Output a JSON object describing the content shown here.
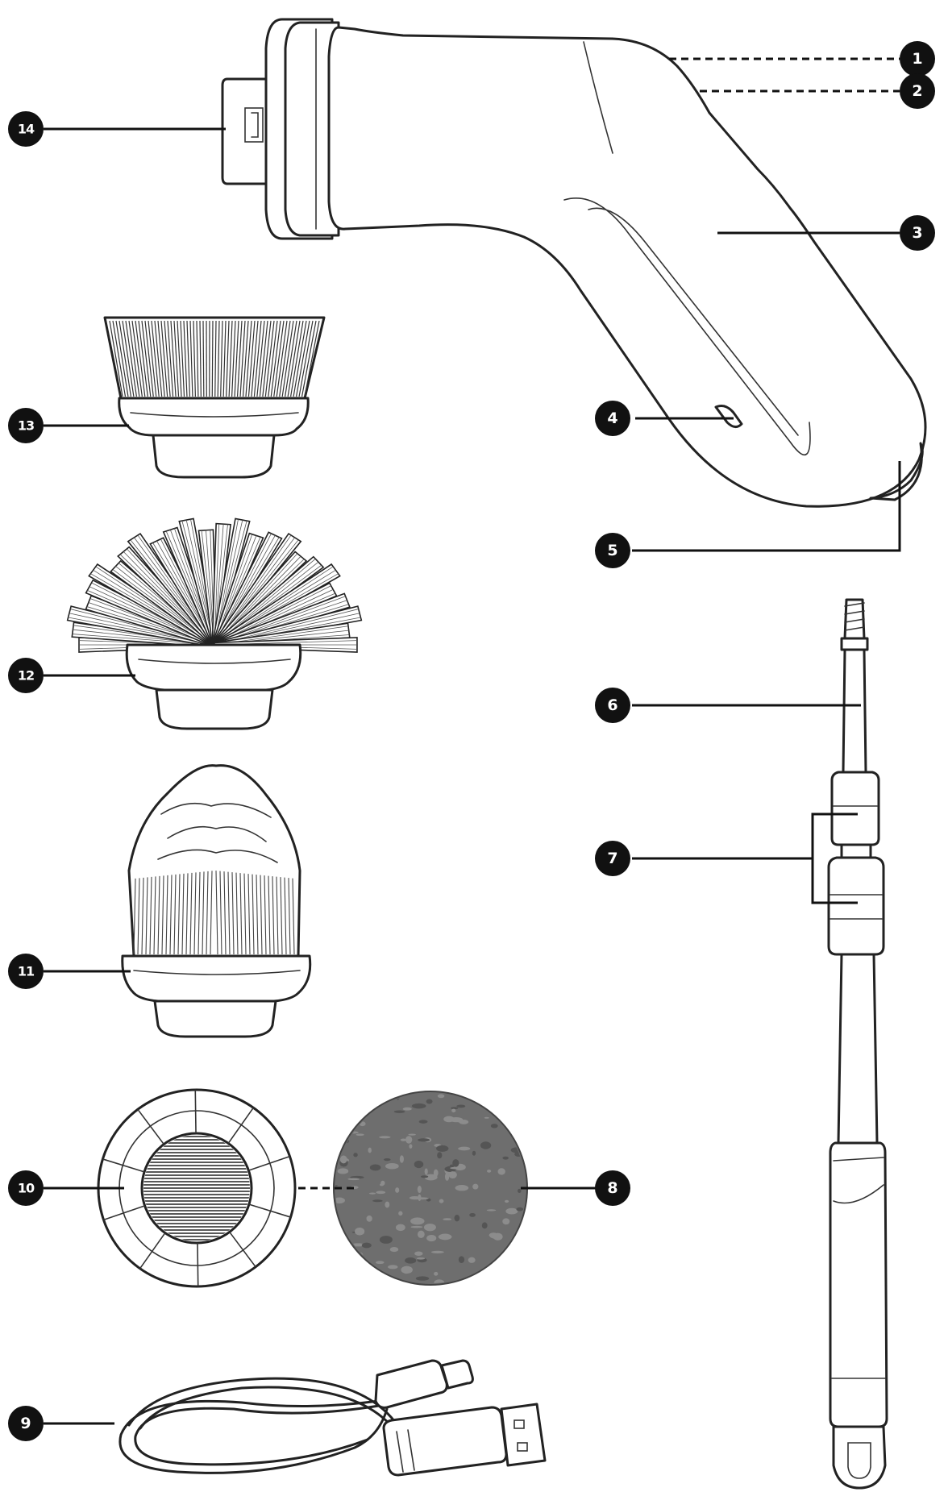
{
  "callouts": [
    {
      "id": "c1",
      "label": "1"
    },
    {
      "id": "c2",
      "label": "2"
    },
    {
      "id": "c3",
      "label": "3"
    },
    {
      "id": "c4",
      "label": "4"
    },
    {
      "id": "c5",
      "label": "5"
    },
    {
      "id": "c6",
      "label": "6"
    },
    {
      "id": "c7",
      "label": "7"
    },
    {
      "id": "c8",
      "label": "8"
    },
    {
      "id": "c9",
      "label": "9"
    },
    {
      "id": "c10",
      "label": "10"
    },
    {
      "id": "c11",
      "label": "11"
    },
    {
      "id": "c12",
      "label": "12"
    },
    {
      "id": "c13",
      "label": "13"
    },
    {
      "id": "c14",
      "label": "14"
    }
  ],
  "colors": {
    "ink": "#222222",
    "callout_fill": "#111111",
    "pad_fill": "#6e6e6e",
    "pad_speckle": "#8c8c8c",
    "background": "#ffffff"
  },
  "icons": {
    "handle": "spin-scrubber-handle",
    "pole": "extension-pole",
    "cable": "usb-charging-cable"
  }
}
